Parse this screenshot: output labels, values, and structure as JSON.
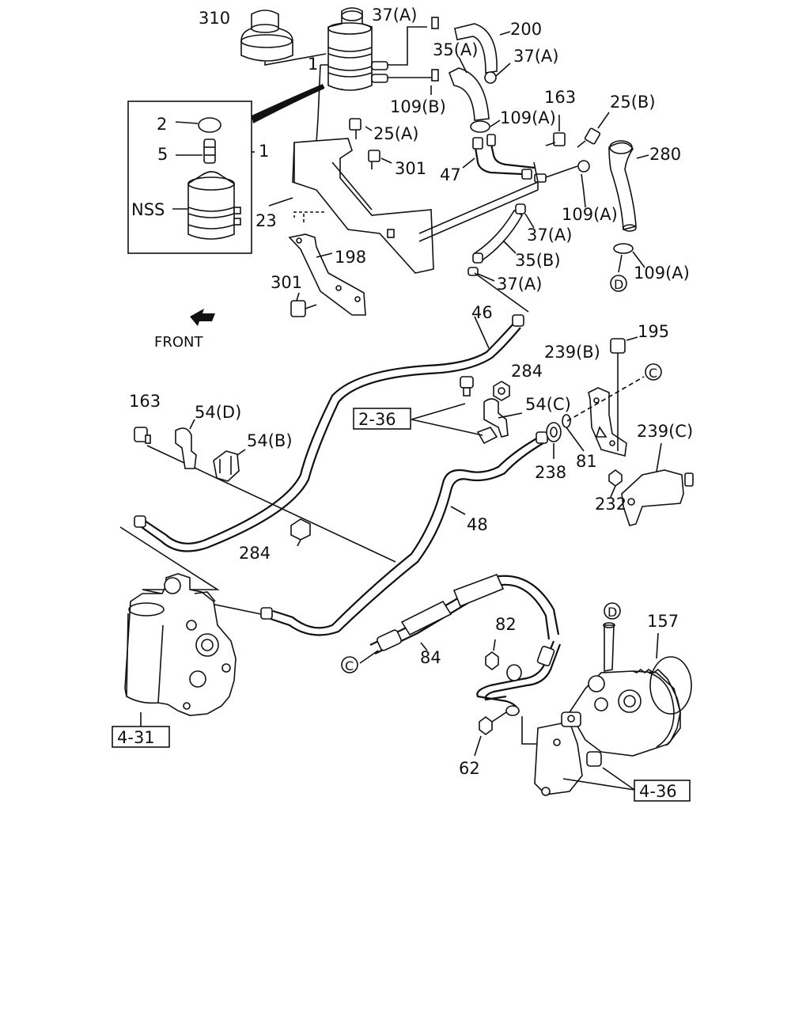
{
  "labels": {
    "l310": "310",
    "l37a_1": "37(A)",
    "l200": "200",
    "l35a": "35(A)",
    "l37a_2": "37(A)",
    "l1_top": "1",
    "l109b": "109(B)",
    "l163_top": "163",
    "l25b": "25(B)",
    "l109a_1": "109(A)",
    "l2": "2",
    "l25a": "25(A)",
    "l5": "5",
    "l1_box": "1",
    "l280": "280",
    "l301_top": "301",
    "l47": "47",
    "lnss": "NSS",
    "l109a_2": "109(A)",
    "l23": "23",
    "l37a_3": "37(A)",
    "l198": "198",
    "l35b": "35(B)",
    "l301_bot": "301",
    "l37a_4": "37(A)",
    "l109a_3": "109(A)",
    "l46": "46",
    "front": "FRONT",
    "l195": "195",
    "l239b": "239(B)",
    "l284_top": "284",
    "l163_mid": "163",
    "l54d": "54(D)",
    "l54c": "54(C)",
    "l54b": "54(B)",
    "l239c": "239(C)",
    "l238": "238",
    "l81": "81",
    "l232": "232",
    "l48": "48",
    "l284_mid": "284",
    "l157": "157",
    "l82": "82",
    "l84": "84",
    "l62": "62"
  },
  "circle_refs": {
    "d_top": "D",
    "c_right": "C",
    "c_left": "C",
    "d_pump": "D"
  },
  "ref_boxes": {
    "ref_2_36": "2-36",
    "ref_4_31": "4-31",
    "ref_4_36": "4-36"
  }
}
